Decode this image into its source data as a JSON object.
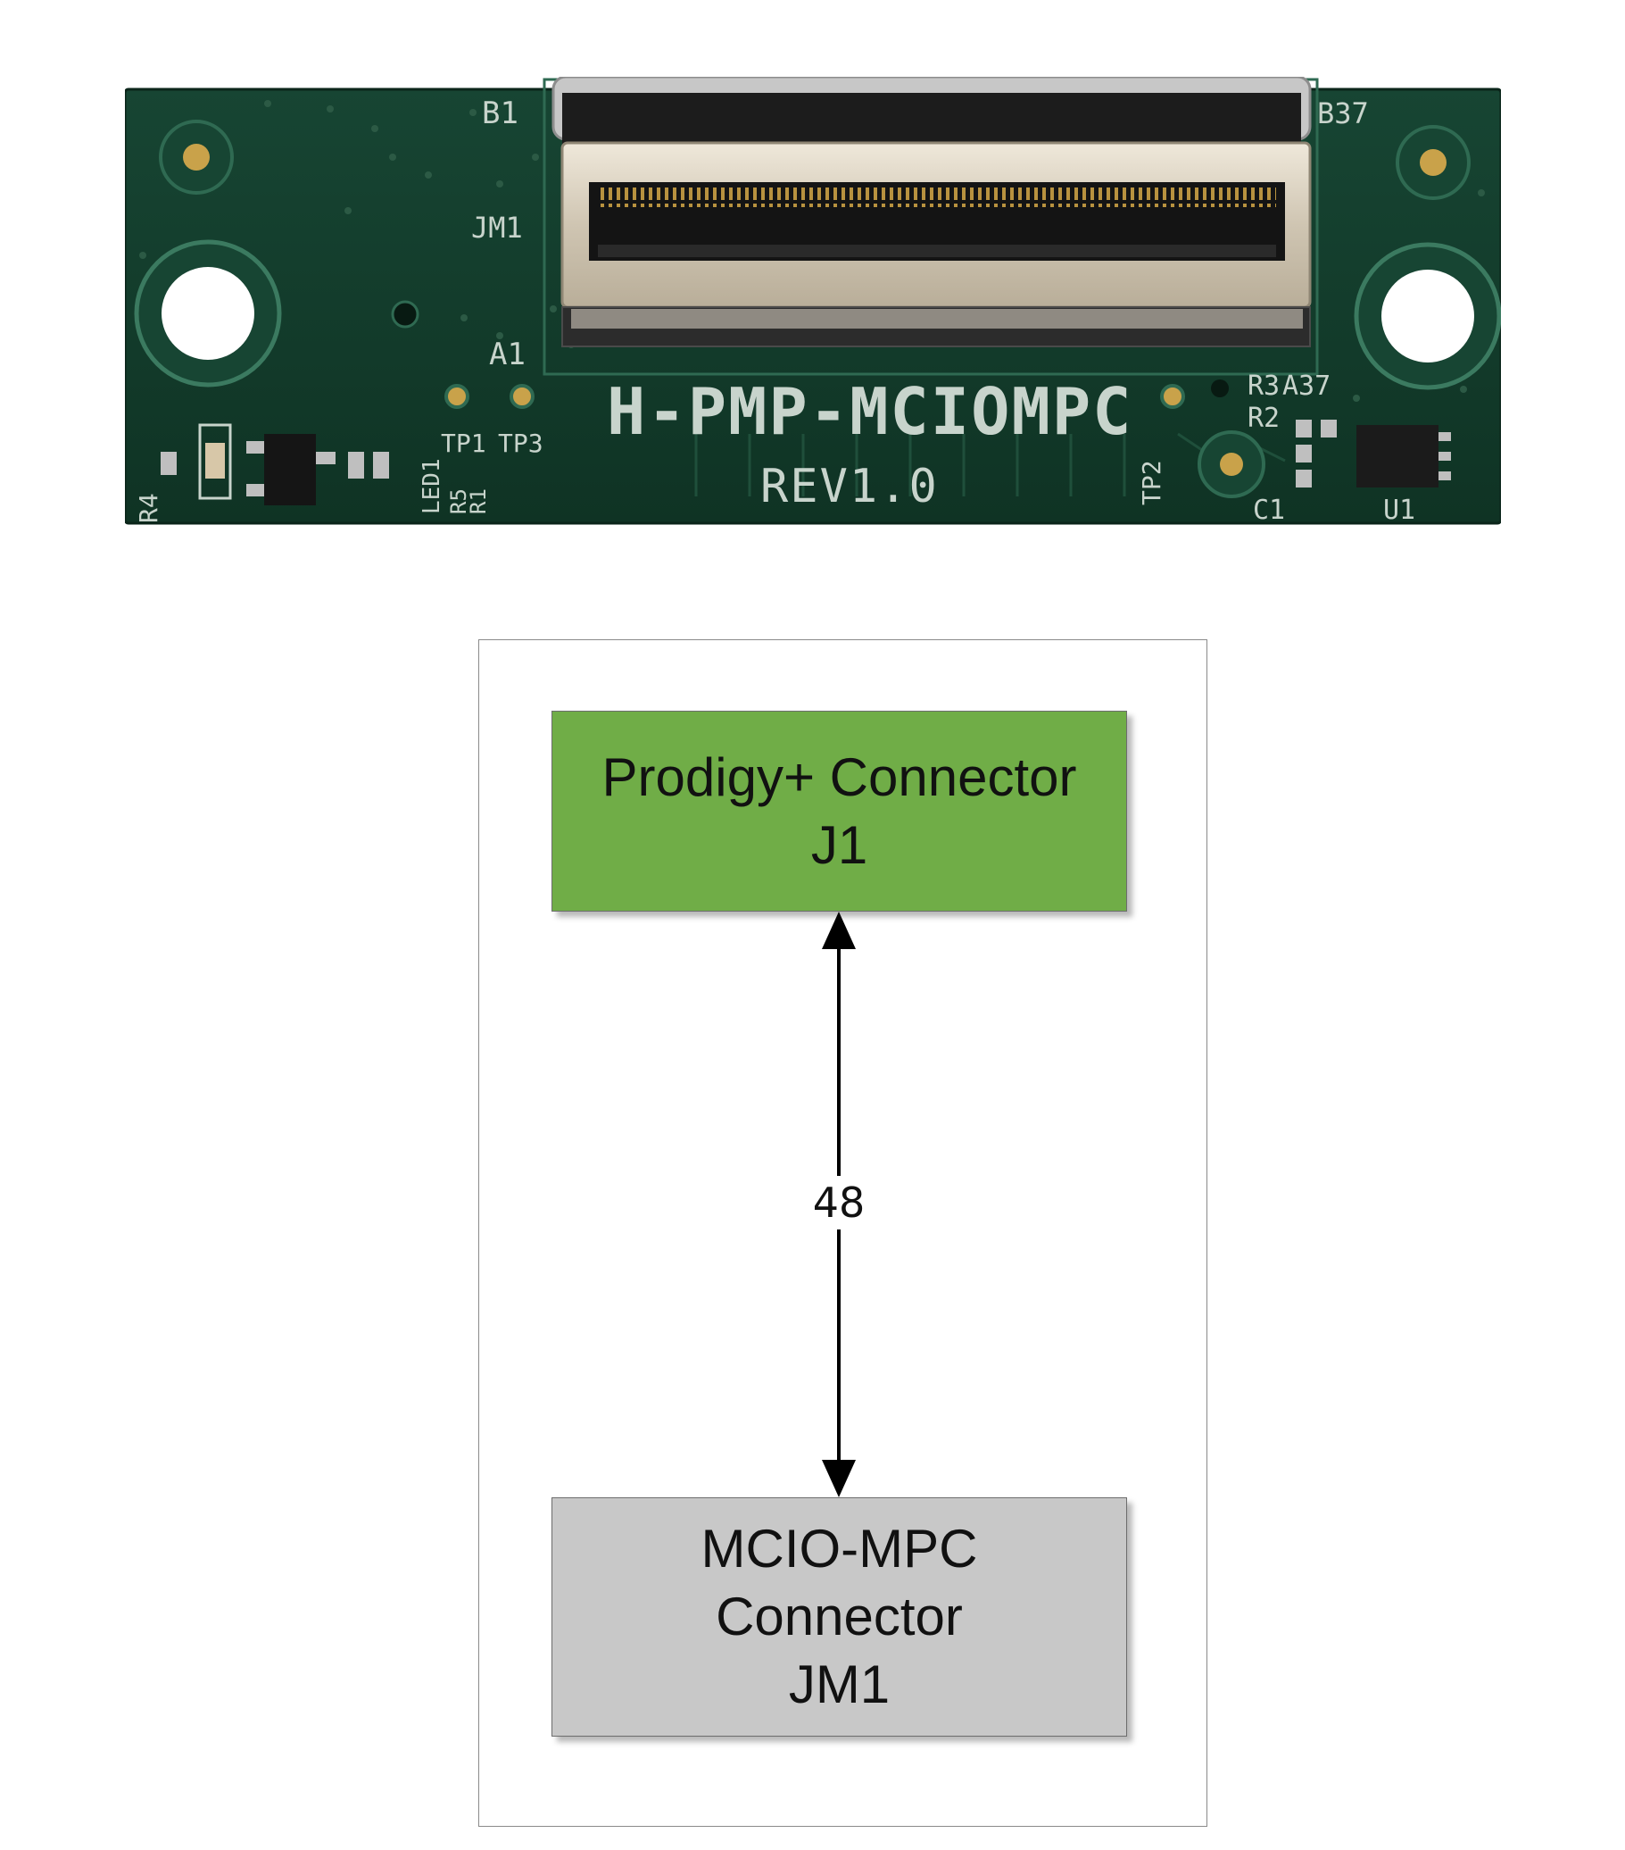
{
  "board": {
    "silkscreen": {
      "name": "H-PMP-MCIOMPC",
      "revision": "REV1.0",
      "connector": "JM1",
      "pin_b1": "B1",
      "pin_a1": "A1",
      "pin_a37": "A37",
      "pin_b37": "B37",
      "tp1": "TP1",
      "tp2": "TP2",
      "tp3": "TP3",
      "led": "LED1",
      "r1": "R1",
      "r2": "R2",
      "r3": "R3",
      "r4": "R4",
      "r5": "R5",
      "c1": "C1",
      "u1": "U1"
    },
    "colors": {
      "pcb": "#143d2c",
      "pcb_edge": "#0d2a1f",
      "silk": "#c8d4cc",
      "gold": "#c9a24a",
      "connector_shell": "#d8cfbf"
    }
  },
  "diagram": {
    "top_block": {
      "line1": "Prodigy+ Connector",
      "line2": "J1",
      "color": "#70ad47"
    },
    "bottom_block": {
      "line1": "MCIO-MPC",
      "line2": "Connector",
      "line3": "JM1",
      "color": "#c8c8c8"
    },
    "link": {
      "label": "48",
      "direction": "bidirectional"
    }
  }
}
